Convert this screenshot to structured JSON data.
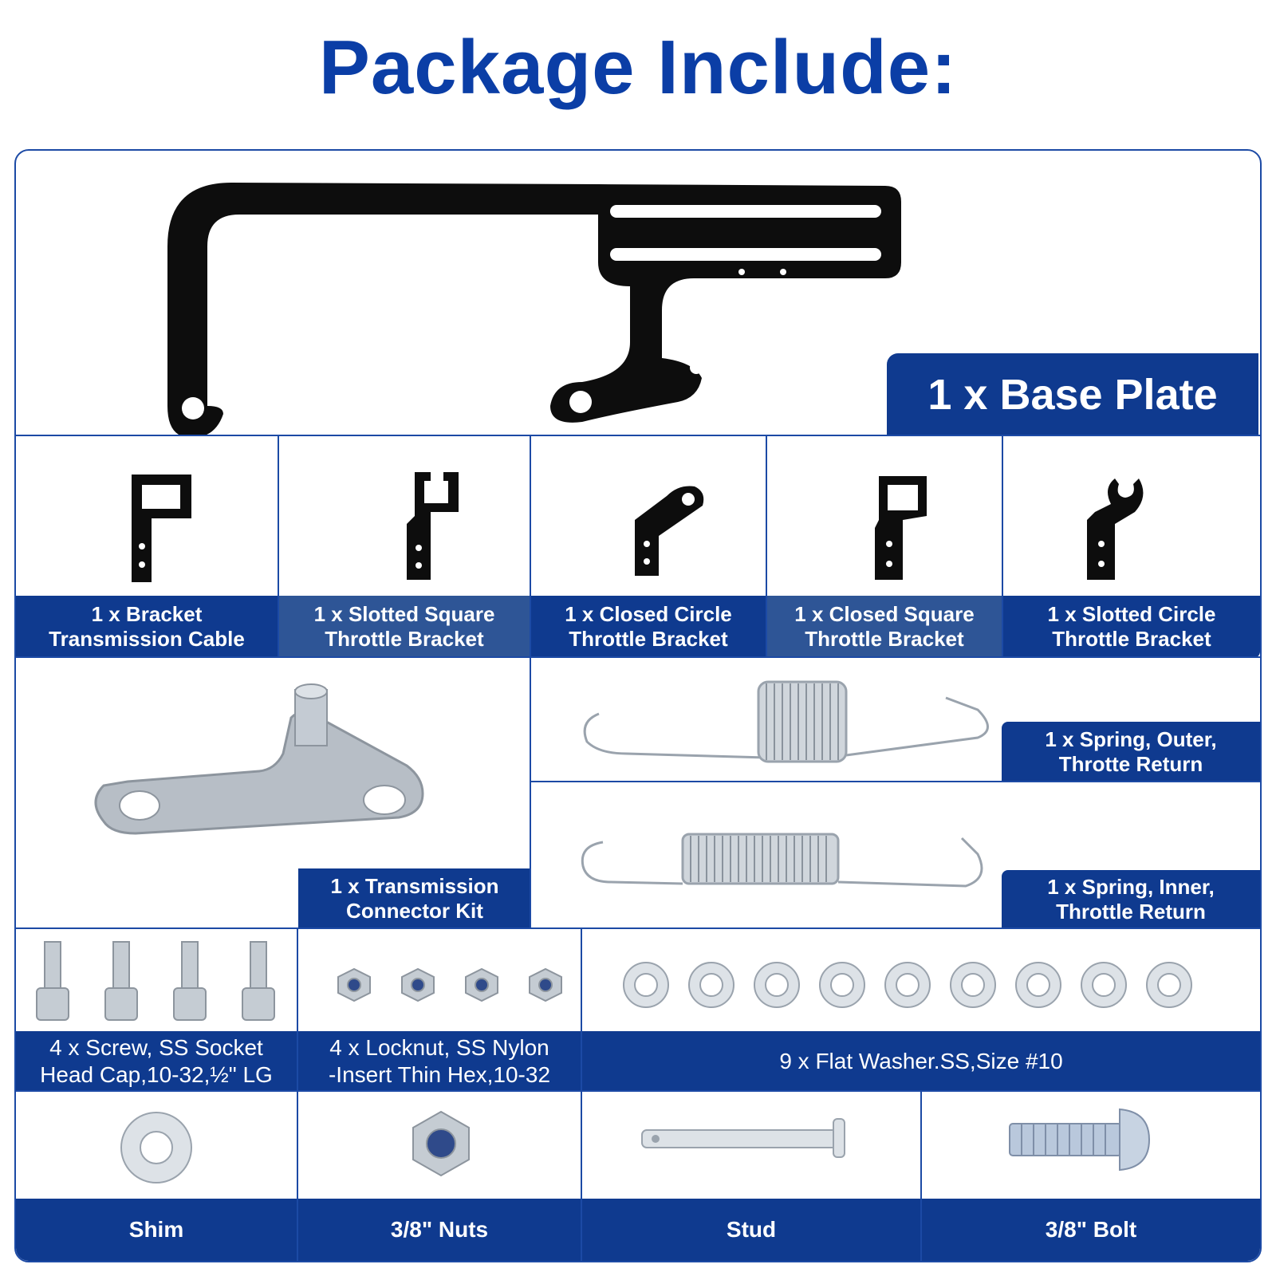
{
  "title": "Package Include:",
  "items": {
    "base_plate": "1 x Base Plate",
    "bracket": [
      "1 x Bracket",
      "Transmission Cable"
    ],
    "slotted_square": [
      "1 x Slotted Square",
      "Throttle Bracket"
    ],
    "closed_circle": [
      "1 x Closed Circle",
      "Throttle Bracket"
    ],
    "closed_square": [
      "1 x Closed Square",
      "Throttle Bracket"
    ],
    "slotted_circle": [
      "1 x Slotted Circle",
      "Throttle Bracket"
    ],
    "connector_kit": [
      "1 x Transmission",
      "Connector Kit"
    ],
    "spring_outer": [
      "1 x Spring, Outer,",
      "Throtte Return"
    ],
    "spring_inner": [
      "1 x Spring, Inner,",
      "Throttle Return"
    ],
    "screw": [
      "4 x Screw, SS Socket",
      "Head Cap,10-32,½\" LG"
    ],
    "locknut": [
      "4 x Locknut, SS Nylon",
      "-Insert Thin Hex,10-32"
    ],
    "washer": "9 x Flat Washer.SS,Size #10",
    "shim": "Shim",
    "nuts": "3/8\" Nuts",
    "stud": "Stud",
    "bolt": "3/8\" Bolt"
  },
  "colors": {
    "brand_blue": "#0b3ea6",
    "label_navy": "#0f3a8f",
    "label_steel": "#2e5596"
  },
  "icons": [
    "base-plate-icon",
    "bracket-icon",
    "spring-icon",
    "screw-icon",
    "locknut-icon",
    "washer-icon",
    "stud-icon",
    "bolt-icon"
  ]
}
